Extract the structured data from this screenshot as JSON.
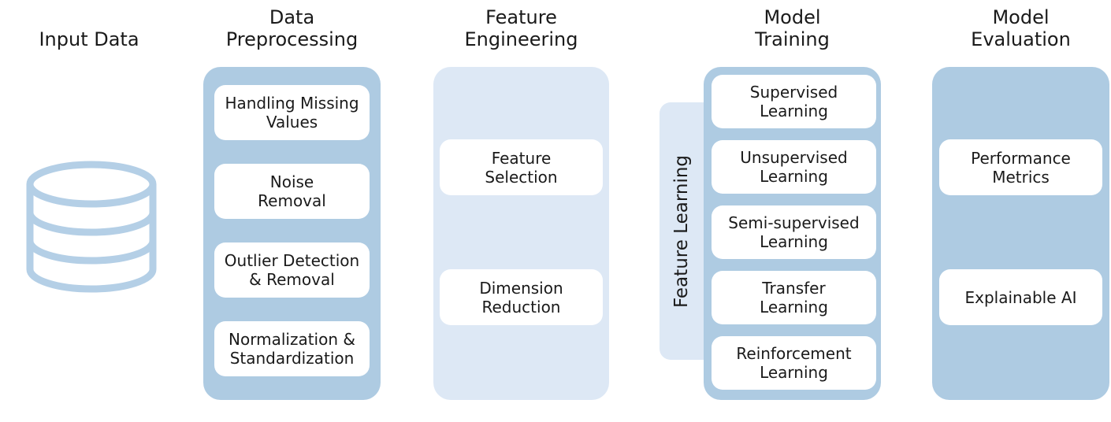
{
  "columns": [
    {
      "header": "Input Data",
      "icon": "database-icon"
    },
    {
      "header": "Data\nPreprocessing",
      "items": [
        "Handling Missing\nValues",
        "Noise\nRemoval",
        "Outlier Detection\n& Removal",
        "Normalization &\nStandardization"
      ]
    },
    {
      "header": "Feature\nEngineering",
      "items": [
        "Feature\nSelection",
        "Dimension\nReduction"
      ]
    },
    {
      "header": "Model\nTraining",
      "side_label": "Feature Learning",
      "items": [
        "Supervised\nLearning",
        "Unsupervised\nLearning",
        "Semi-supervised\nLearning",
        "Transfer\nLearning",
        "Reinforcement\nLearning"
      ]
    },
    {
      "header": "Model\nEvaluation",
      "items": [
        "Performance\nMetrics",
        "Explainable AI"
      ]
    }
  ],
  "colors": {
    "container_blue": "#aecbe2",
    "container_light_blue": "#dde8f5",
    "box_fill": "#ffffff",
    "text": "#1a1a1a",
    "icon_stroke": "#b4cfe6"
  }
}
